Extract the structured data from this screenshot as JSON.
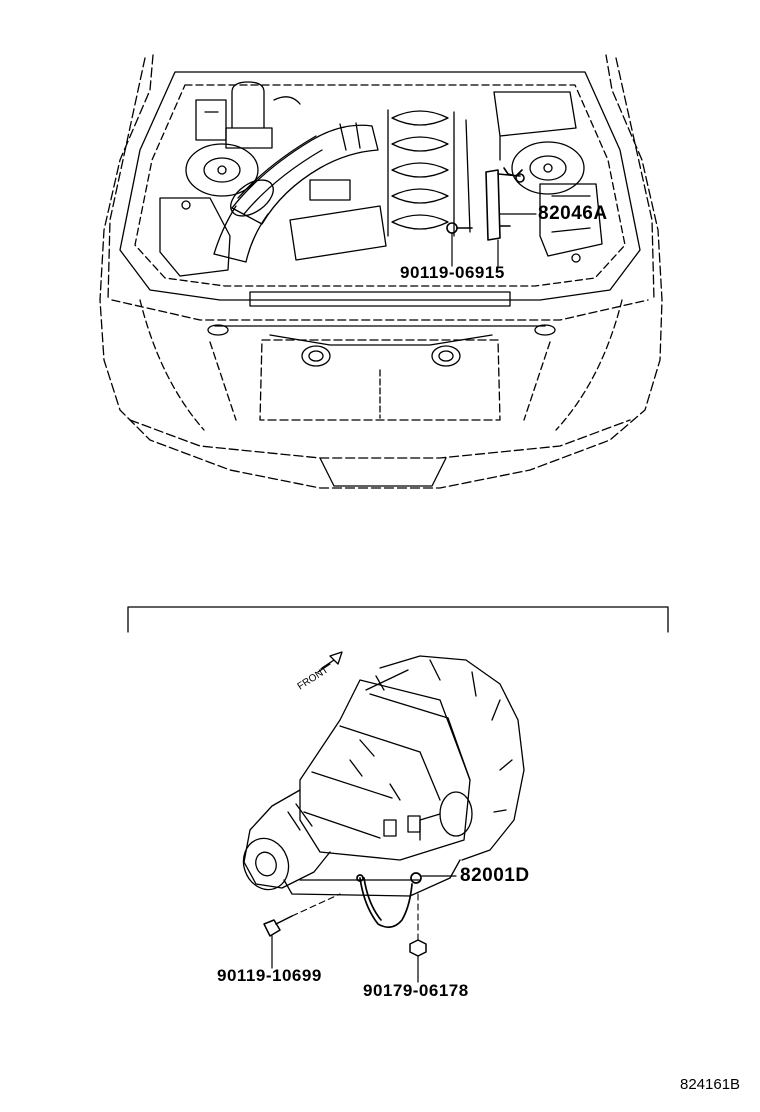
{
  "upper_view": {
    "parts": {
      "ecu_bracket": "82046A",
      "bolt": "90119-06915"
    }
  },
  "lower_view": {
    "direction_label": "FRONT",
    "parts": {
      "wire": "82001D",
      "bolt": "90119-10699",
      "nut": "90179-06178"
    }
  },
  "figure_id": "824161B"
}
